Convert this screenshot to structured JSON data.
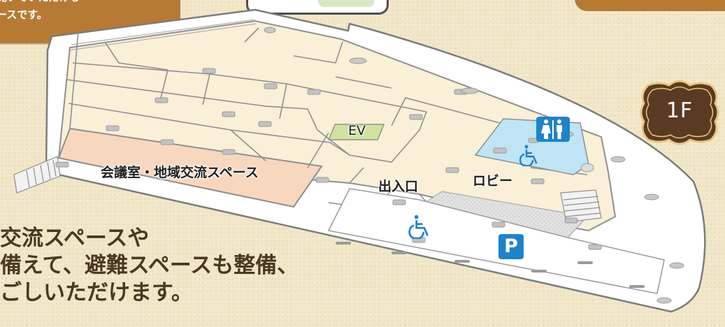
{
  "callout": {
    "lines": [
      "で寛いでいただける",
      "ペースです。"
    ]
  },
  "floor_badge": {
    "label": "1F"
  },
  "rooms": {
    "conference": "会議室・地域交流スペース",
    "ev": "EV",
    "entrance": "出入口",
    "lobby": "ロビー"
  },
  "icons": {
    "restroom": "restroom-icon",
    "accessible_restroom": "wheelchair-icon",
    "accessible_parking": "wheelchair-icon",
    "parking": "parking-icon"
  },
  "parking_sign": {
    "label": "P"
  },
  "description": {
    "lines": [
      "交流スペースや",
      "備えて、避難スペースも整備、",
      "ごしいただけます。"
    ]
  },
  "colors": {
    "background": "#f1e7c8",
    "callout_brown": "#b67a35",
    "badge_brown": "#5a3a22",
    "conference_room": "#f8d7bf",
    "office_rooms": "#faefd7",
    "ev": "#cfe29e",
    "restroom_area": "#bfe4f5",
    "sign_blue": "#1f83c8",
    "corridor_white": "#ffffff",
    "wall_grey": "#8f8f8f"
  }
}
